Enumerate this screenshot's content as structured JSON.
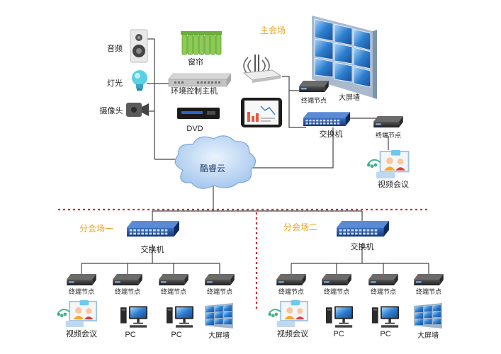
{
  "main_venue": {
    "title": "主会场"
  },
  "devices": {
    "audio": "音频",
    "light": "灯光",
    "camera": "摄像头",
    "curtain": "窗帘",
    "env_host": "环境控制主机",
    "dvd": "DVD",
    "big_screen_main": "大屏墙",
    "node_main_1": "终端节点",
    "switch_main": "交换机",
    "node_main_2": "终端节点",
    "video_conf_main": "视频会议",
    "cloud": "酷睿云"
  },
  "branch_one": {
    "title": "分会场一",
    "switch": "交换机",
    "node_labels": [
      "终端节点",
      "终端节点",
      "终端节点",
      "终端节点"
    ],
    "endpoint_labels": [
      "视频会议",
      "PC",
      "PC",
      "大屏墙"
    ]
  },
  "branch_two": {
    "title": "分会场二",
    "switch": "交换机",
    "node_labels": [
      "终端节点",
      "终端节点",
      "终端节点",
      "终端节点"
    ],
    "endpoint_labels": [
      "视频会议",
      "PC",
      "PC",
      "大屏墙"
    ]
  },
  "colors": {
    "accent_title": "#F0A21E",
    "line": "#444444",
    "dashed": "#D9262E",
    "switch_blue": "#1F4F9C",
    "screen_blue": "#2E7FCF",
    "cloud_blue": "#B9D5F2"
  }
}
